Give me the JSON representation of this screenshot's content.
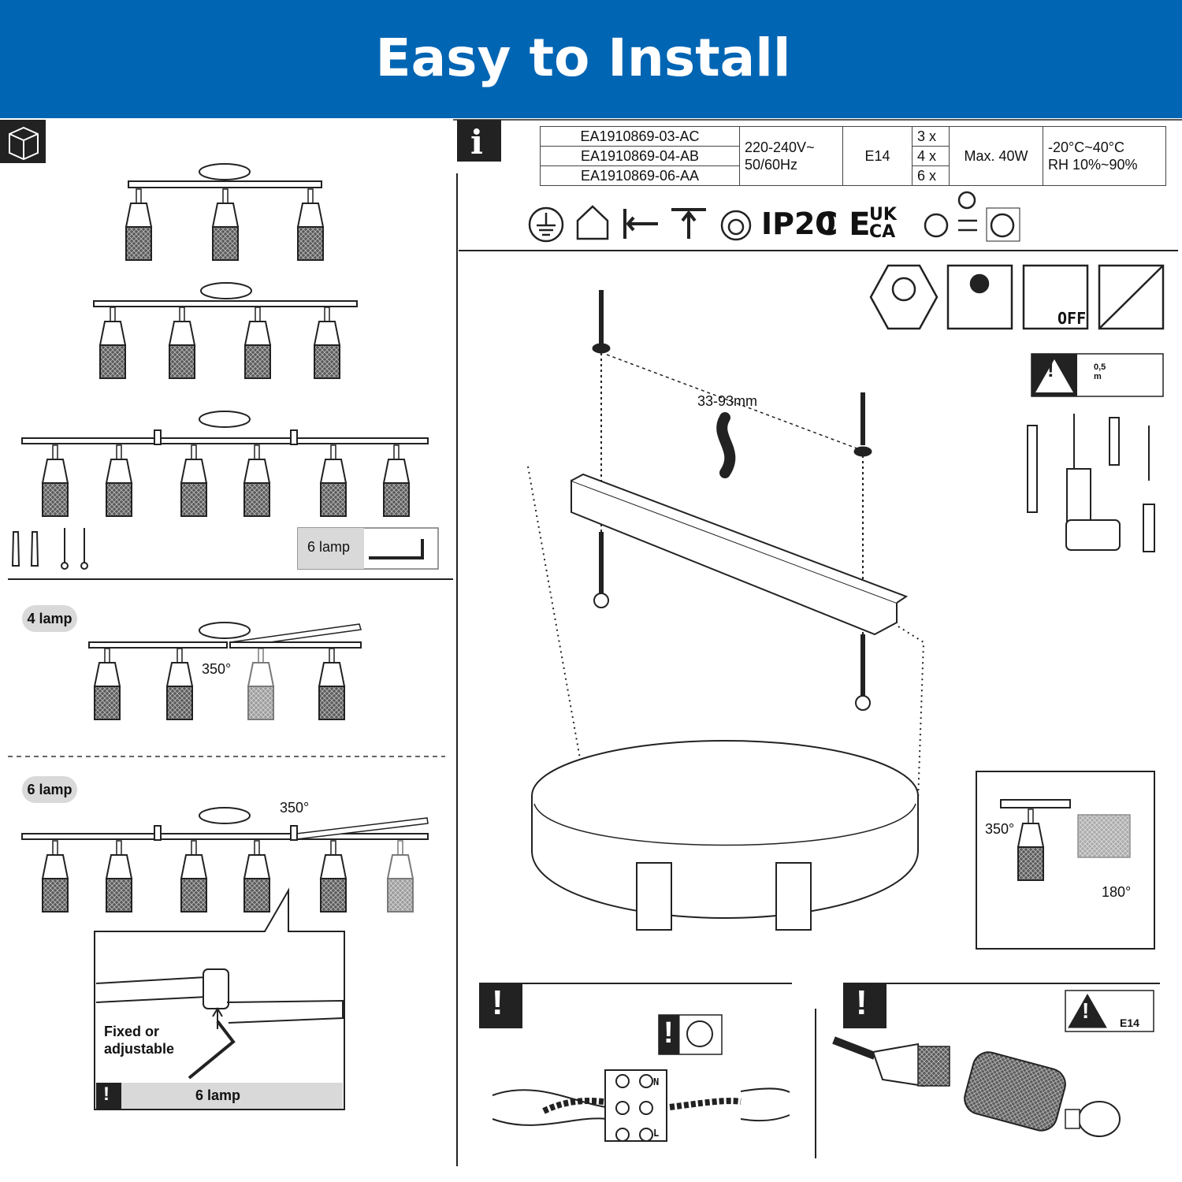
{
  "header": {
    "title": "Easy to Install"
  },
  "package": {
    "six_lamp_label": "6 lamp"
  },
  "specs": {
    "models": [
      "EA1910869-03-AC",
      "EA1910869-04-AB",
      "EA1910869-06-AA"
    ],
    "voltage_line1": "220-240V~",
    "voltage_line2": "50/60Hz",
    "socket": "E14",
    "counts": [
      "3 x",
      "4 x",
      "6 x"
    ],
    "power": "Max. 40W",
    "temp": "-20°C~40°C",
    "humidity": "RH 10%~90%"
  },
  "certifications": {
    "ip": "IP20",
    "ce": "C E",
    "ukca_top": "UK",
    "ukca_bottom": "CA"
  },
  "warnings": {
    "off_label": "OFF",
    "distance_label_top": "0,5",
    "distance_label_bottom": "m",
    "bulb_label": "E14"
  },
  "mounting": {
    "spacing": "33-93mm"
  },
  "rotation": {
    "swivel": "350°",
    "tilt": "180°"
  },
  "variants": {
    "four_lamp_label": "4 lamp",
    "four_lamp_rotation": "350°",
    "six_lamp_label": "6 lamp",
    "six_lamp_rotation": "350°"
  },
  "detail": {
    "note_line1": "Fixed or",
    "note_line2": "adjustable",
    "bar_label": "6 lamp"
  },
  "wiring": {
    "terminal_n": "N",
    "terminal_l": "L"
  }
}
